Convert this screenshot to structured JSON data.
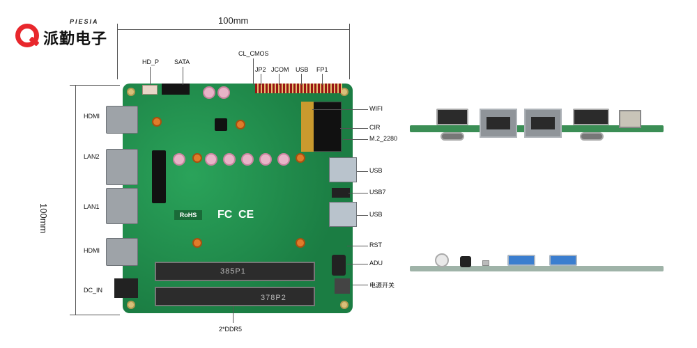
{
  "logo": {
    "en": "PIESIA",
    "cn": "派勤电子",
    "brand_color": "#e8272c"
  },
  "dimensions": {
    "width_label": "100mm",
    "height_label": "100mm"
  },
  "labels": {
    "top": [
      "HD_P",
      "SATA",
      "CL_CMOS",
      "JP2",
      "JCOM",
      "USB",
      "FP1"
    ],
    "left": [
      "HDMI",
      "LAN2",
      "LAN1",
      "HDMI",
      "DC_IN"
    ],
    "right": [
      "WIFI",
      "CIR",
      "M.2_2280",
      "USB",
      "USB7",
      "USB",
      "RST",
      "ADU",
      "电源开关"
    ],
    "bottom": "2*DDR5"
  },
  "board_marks": {
    "rohs": "RoHS",
    "fc": "FC",
    "ce": "CE",
    "slot1": "385P1",
    "slot2": "378P2"
  },
  "colors": {
    "pcb": "#1e8a4a",
    "usb_blue": "#3a78c9"
  }
}
